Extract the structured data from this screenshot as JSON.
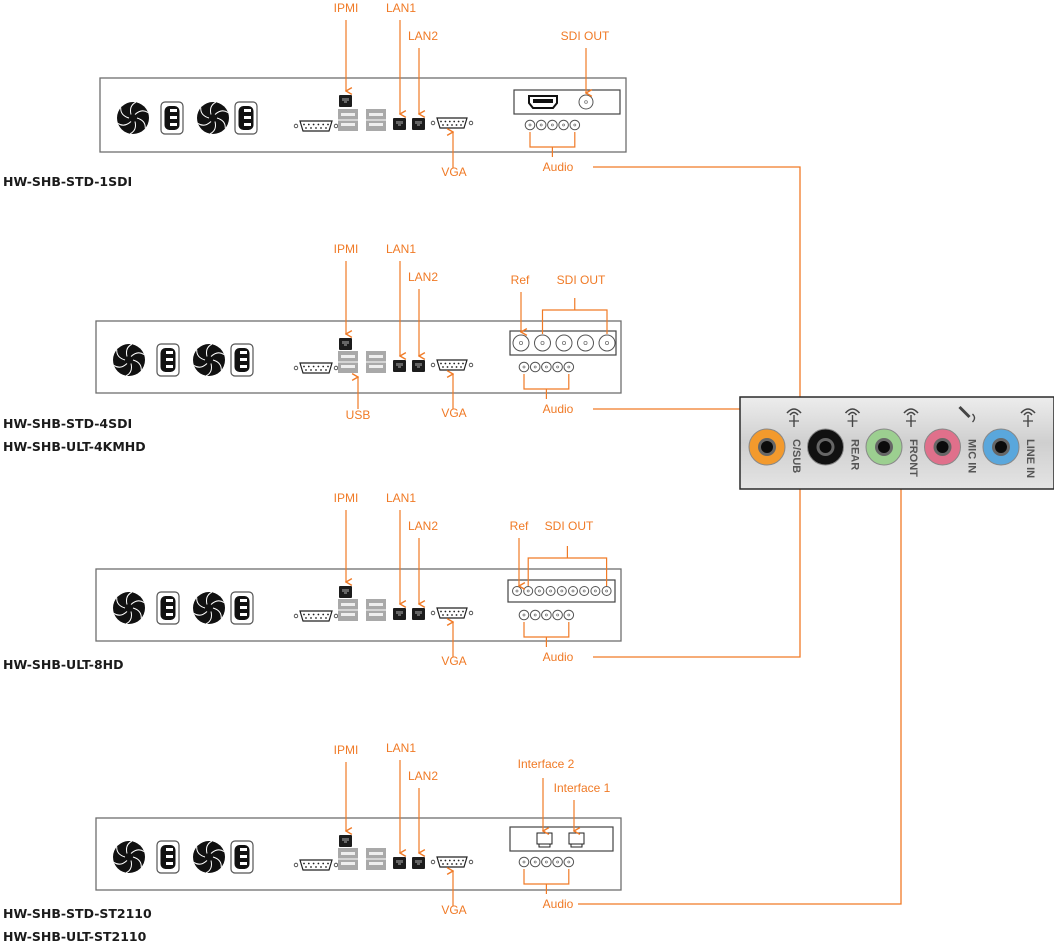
{
  "colors": {
    "accent": "#f07a26",
    "chassis_border": "#6e6e6e",
    "port_dark": "#1c1c1c",
    "usb_gray": "#a9a9a9",
    "audio_panel_bg": "#d7d7d7",
    "jack_orange": "#f39a2d",
    "jack_black": "#111111",
    "jack_green": "#9ccf90",
    "jack_pink": "#e0708b",
    "jack_blue": "#5aa7dc"
  },
  "units": [
    {
      "id": "1sdi",
      "models": [
        "HW-SHB-STD-1SDI"
      ],
      "labels": {
        "ipmi": "IPMI",
        "lan1": "LAN1",
        "lan2": "LAN2",
        "vga": "VGA",
        "audio": "Audio",
        "usb": "",
        "ref": "",
        "sdi_out": "SDI OUT"
      },
      "io_card": {
        "type": "hdmi_plus_bnc",
        "bnc_count": 1
      },
      "audio_port_count": 5
    },
    {
      "id": "4sdi",
      "models": [
        "HW-SHB-STD-4SDI",
        "HW-SHB-ULT-4KMHD"
      ],
      "labels": {
        "ipmi": "IPMI",
        "lan1": "LAN1",
        "lan2": "LAN2",
        "vga": "VGA",
        "audio": "Audio",
        "usb": "USB",
        "ref": "Ref",
        "sdi_out": "SDI OUT"
      },
      "io_card": {
        "type": "bnc",
        "ref_count": 1,
        "sdi_count": 4
      },
      "audio_port_count": 5
    },
    {
      "id": "8hd",
      "models": [
        "HW-SHB-ULT-8HD"
      ],
      "labels": {
        "ipmi": "IPMI",
        "lan1": "LAN1",
        "lan2": "LAN2",
        "vga": "VGA",
        "audio": "Audio",
        "usb": "",
        "ref": "Ref",
        "sdi_out": "SDI OUT"
      },
      "io_card": {
        "type": "bnc_small",
        "ref_count": 1,
        "sdi_count": 8
      },
      "audio_port_count": 5
    },
    {
      "id": "st2110",
      "models": [
        "HW-SHB-STD-ST2110",
        "HW-SHB-ULT-ST2110"
      ],
      "labels": {
        "ipmi": "IPMI",
        "lan1": "LAN1",
        "lan2": "LAN2",
        "vga": "VGA",
        "audio": "Audio",
        "usb": "",
        "interface2": "Interface 2",
        "interface1": "Interface 1"
      },
      "io_card": {
        "type": "sfp",
        "sfp_count": 2
      },
      "audio_port_count": 5
    }
  ],
  "audio_panel": {
    "jacks": [
      {
        "label": "C/SUB",
        "color_key": "jack_orange"
      },
      {
        "label": "REAR",
        "color_key": "jack_black"
      },
      {
        "label": "FRONT",
        "color_key": "jack_green"
      },
      {
        "label": "MIC IN",
        "color_key": "jack_pink"
      },
      {
        "label": "LINE IN",
        "color_key": "jack_blue"
      }
    ]
  }
}
